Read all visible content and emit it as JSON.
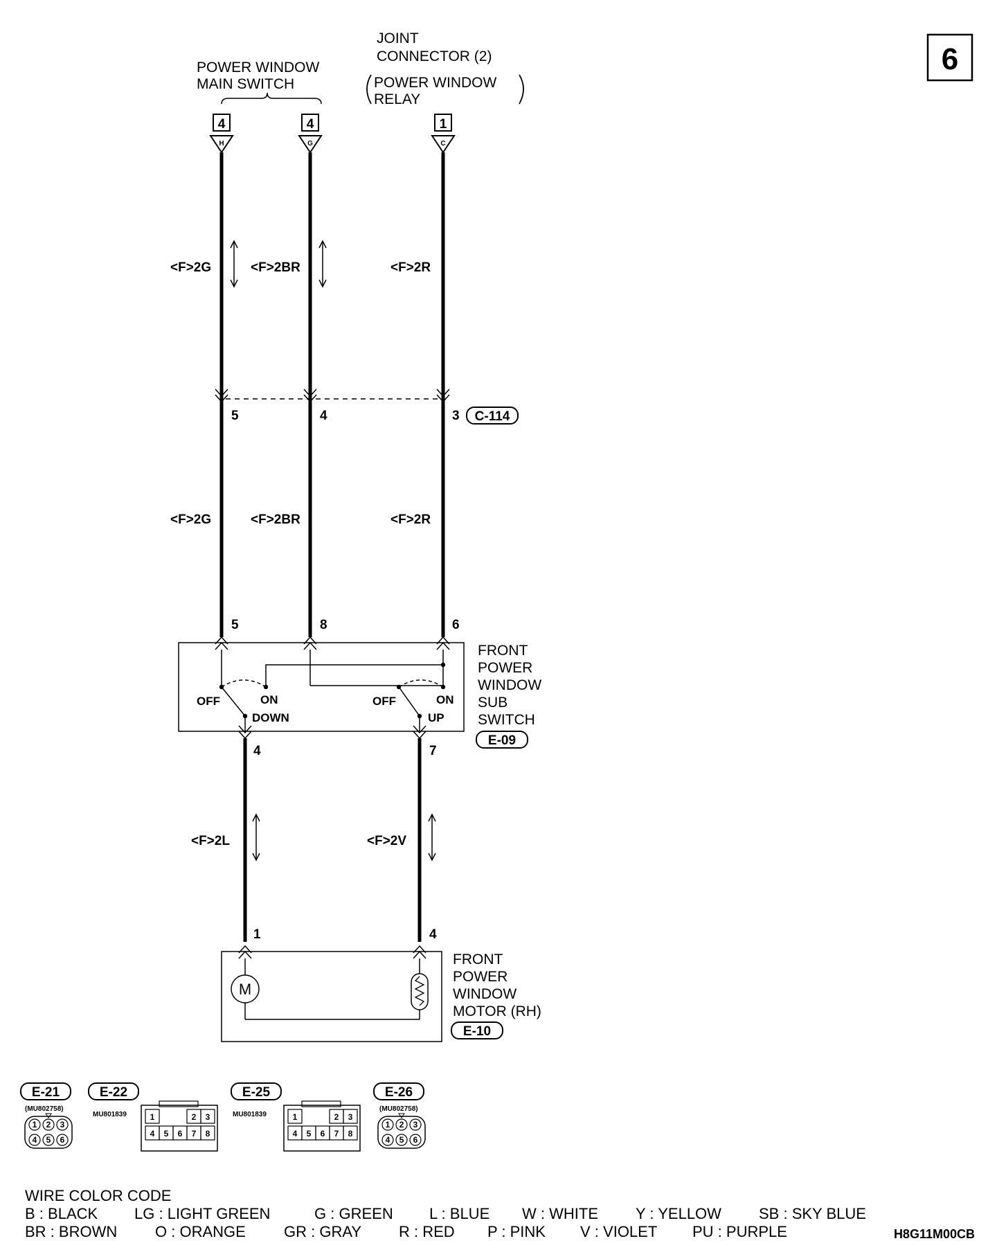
{
  "sheet_number": "6",
  "diagram_code": "H8G11M00CB",
  "top_connectors": {
    "main_switch_label": [
      "POWER WINDOW",
      "MAIN SWITCH"
    ],
    "joint_connector_label": [
      "JOINT",
      "CONNECTOR (2)"
    ],
    "joint_connector_sub": [
      "POWER WINDOW",
      "RELAY"
    ],
    "terminals": [
      {
        "box": "4",
        "letter": "H"
      },
      {
        "box": "4",
        "letter": "G"
      },
      {
        "box": "1",
        "letter": "C"
      }
    ]
  },
  "wires_upper": [
    "<F>2G",
    "<F>2BR",
    "<F>2R"
  ],
  "wires_middle": [
    "<F>2G",
    "<F>2BR",
    "<F>2R"
  ],
  "connector_c114": {
    "code": "C-114",
    "pins": [
      "5",
      "4",
      "3"
    ]
  },
  "sub_switch": {
    "code": "E-09",
    "label": [
      "FRONT",
      "POWER",
      "WINDOW",
      "SUB",
      "SWITCH"
    ],
    "pins_top": [
      "5",
      "8",
      "6"
    ],
    "pins_bottom": [
      "4",
      "7"
    ],
    "left_switch": {
      "off": "OFF",
      "on": "ON",
      "dir": "DOWN"
    },
    "right_switch": {
      "off": "OFF",
      "on": "ON",
      "dir": "UP"
    }
  },
  "wires_lower": [
    "<F>2L",
    "<F>2V"
  ],
  "motor": {
    "code": "E-10",
    "label": [
      "FRONT",
      "POWER",
      "WINDOW",
      "MOTOR (RH)"
    ],
    "pins": [
      "1",
      "4"
    ],
    "motor_symbol": "M"
  },
  "connector_legend": [
    {
      "code": "E-21",
      "part": "(MU802758)",
      "pins": [
        "1",
        "2",
        "3",
        "4",
        "5",
        "6"
      ]
    },
    {
      "code": "E-22",
      "part": "MU801839",
      "pins": [
        "1",
        "2",
        "3",
        "4",
        "5",
        "6",
        "7",
        "8"
      ]
    },
    {
      "code": "E-25",
      "part": "MU801839",
      "pins": [
        "1",
        "2",
        "3",
        "4",
        "5",
        "6",
        "7",
        "8"
      ]
    },
    {
      "code": "E-26",
      "part": "(MU802758)",
      "pins": [
        "1",
        "2",
        "3",
        "4",
        "5",
        "6"
      ]
    }
  ],
  "wire_color_code": {
    "title": "WIRE COLOR CODE",
    "row1": [
      {
        "code": "B",
        "name": "BLACK"
      },
      {
        "code": "LG",
        "name": "LIGHT GREEN"
      },
      {
        "code": "G",
        "name": "GREEN"
      },
      {
        "code": "L",
        "name": "BLUE"
      },
      {
        "code": "W",
        "name": "WHITE"
      },
      {
        "code": "Y",
        "name": "YELLOW"
      },
      {
        "code": "SB",
        "name": "SKY BLUE"
      }
    ],
    "row2": [
      {
        "code": "BR",
        "name": "BROWN"
      },
      {
        "code": "O",
        "name": "ORANGE"
      },
      {
        "code": "GR",
        "name": "GRAY"
      },
      {
        "code": "R",
        "name": "RED"
      },
      {
        "code": "P",
        "name": "PINK"
      },
      {
        "code": "V",
        "name": "VIOLET"
      },
      {
        "code": "PU",
        "name": "PURPLE"
      }
    ]
  }
}
